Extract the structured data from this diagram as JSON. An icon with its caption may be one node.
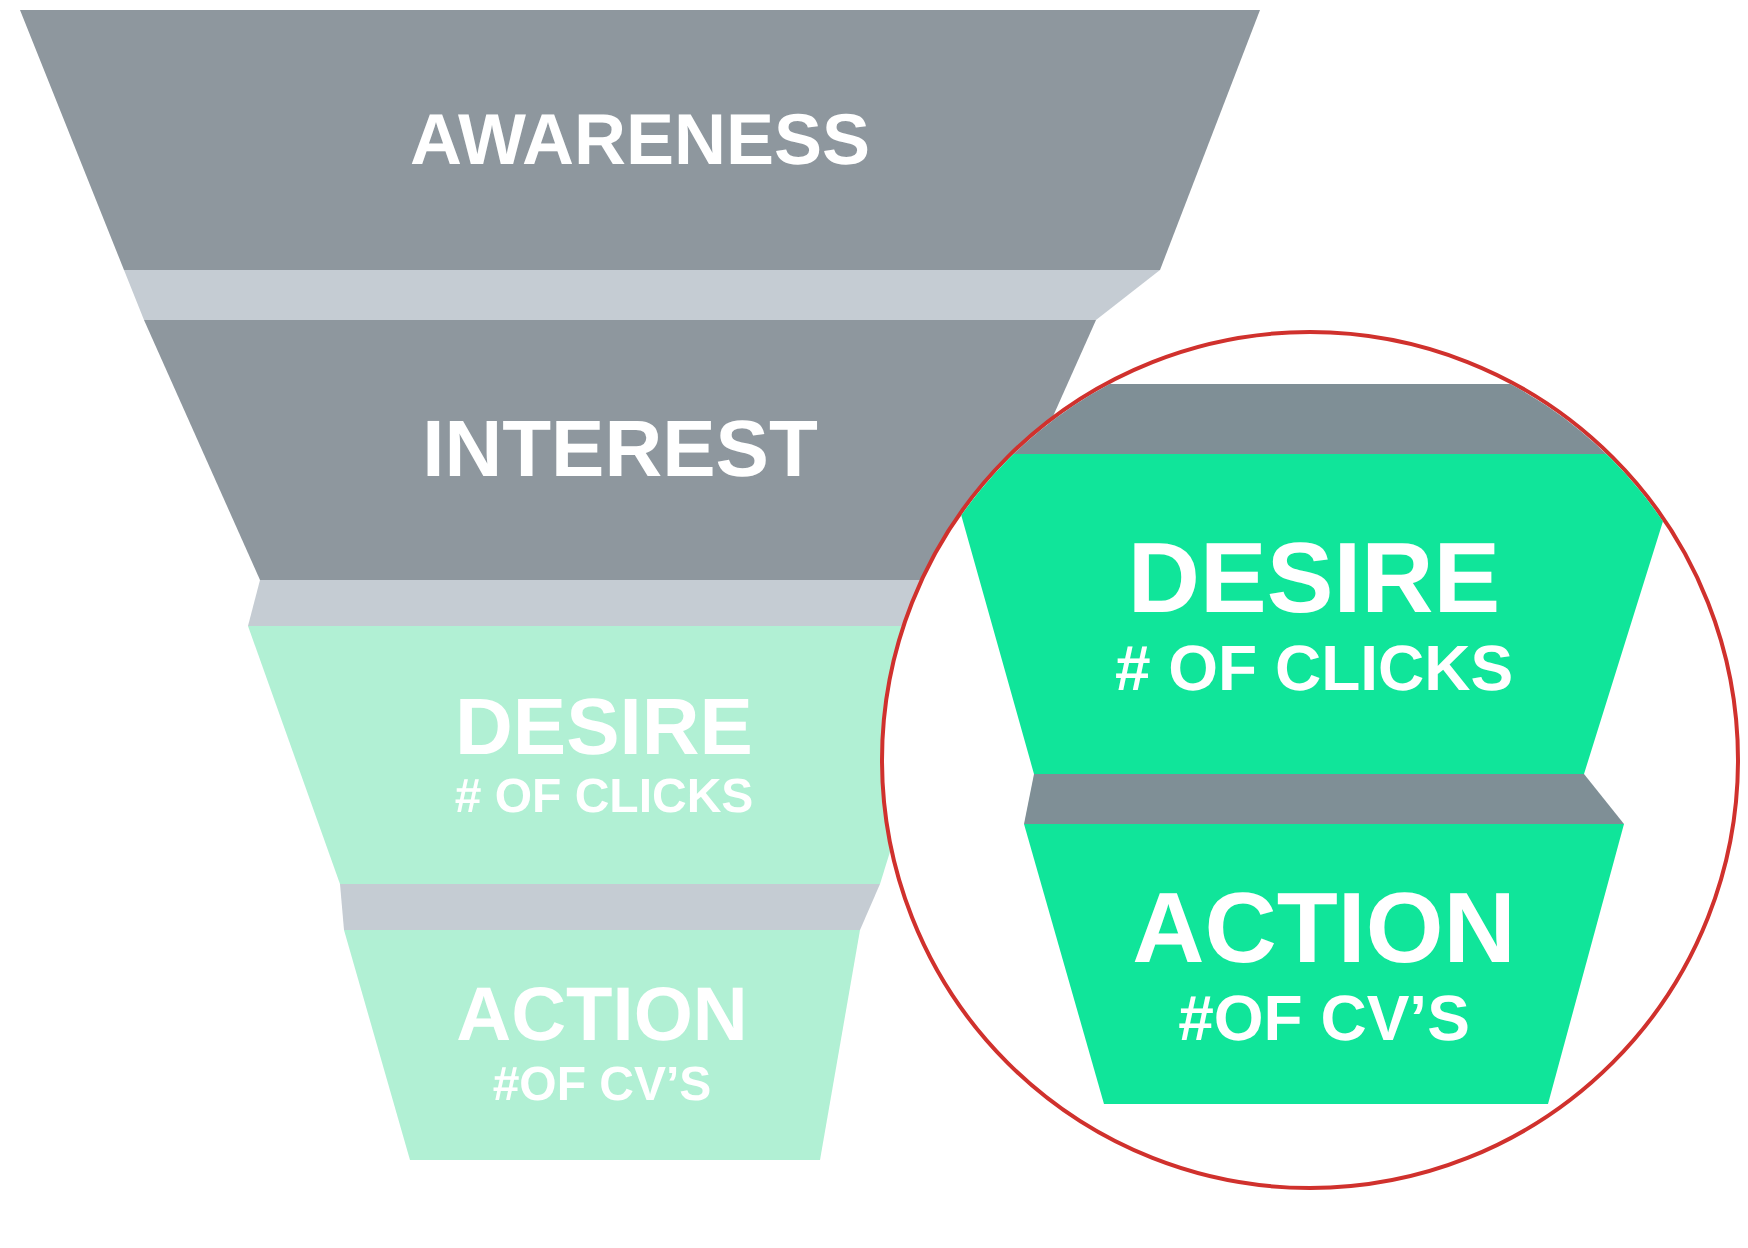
{
  "diagram": {
    "nodes": [
      {
        "text": [
          "AWARENESS"
        ]
      },
      {
        "text": [
          "INTEREST"
        ]
      },
      {
        "text": [
          "DESIRE",
          "# OF CLICKS"
        ]
      },
      {
        "text": [
          "ACTION",
          "#OF CV’S"
        ]
      },
      {
        "text": [],
        "shape": "circle"
      },
      {
        "text": [
          "DESIRE",
          "# OF CLICKS"
        ],
        "in": 4
      },
      {
        "text": [
          "ACTION",
          "#OF CV’S"
        ],
        "in": 4
      }
    ]
  }
}
